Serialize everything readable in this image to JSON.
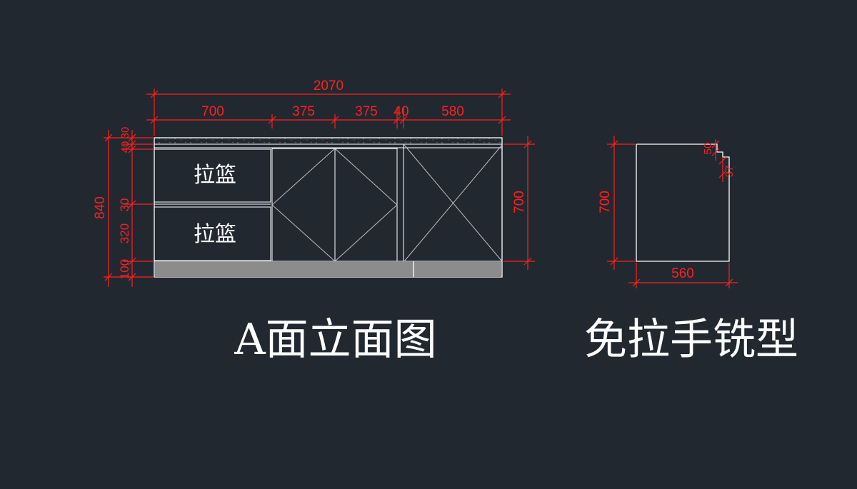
{
  "colors": {
    "background": "#212830",
    "dimension": "#ff2020",
    "outline": "#ffffff",
    "diagonal": "#bfbfbf",
    "plinth": "#8c8c8c"
  },
  "elevation": {
    "title": "A面立面图",
    "drawer_labels": [
      "拉篮",
      "拉篮"
    ],
    "dimensions": {
      "overall_width": "2070",
      "segments": [
        "700",
        "375",
        "375",
        "40",
        "580"
      ],
      "overall_height": "840",
      "left_stack": [
        "30",
        "40",
        "30",
        "320",
        "100"
      ],
      "right_height": "700"
    }
  },
  "profile": {
    "title": "免拉手铣型",
    "dimensions": {
      "height": "700",
      "width": "560",
      "notch_top": "50",
      "notch_side": "37"
    }
  }
}
